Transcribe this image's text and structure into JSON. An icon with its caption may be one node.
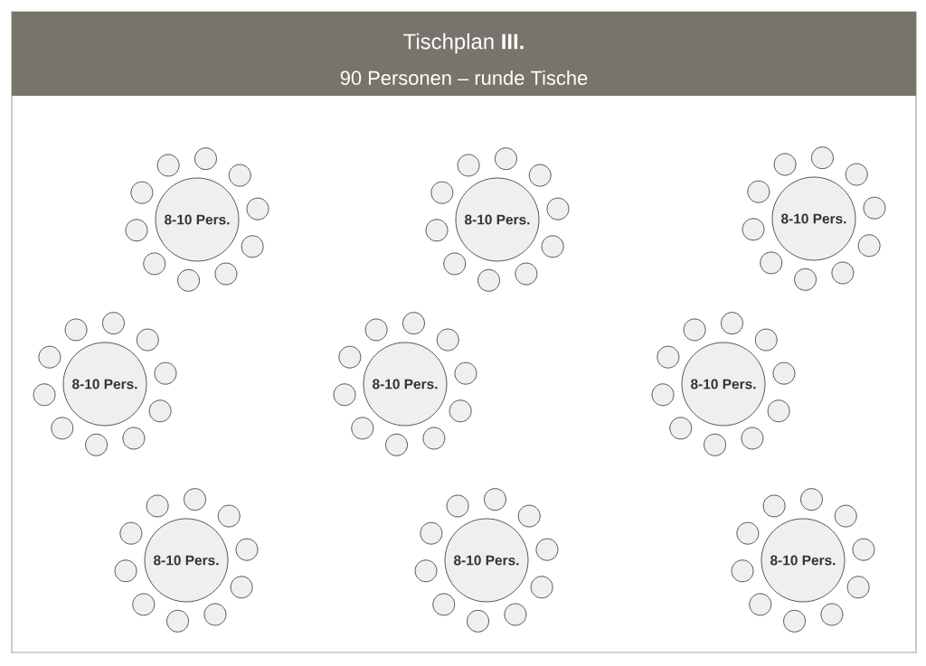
{
  "diagram": {
    "title": "Tischplan **III.**",
    "nodes": [
      {
        "text": [
          "8-10 Pers."
        ]
      },
      {
        "text": [
          "8-10 Pers."
        ]
      },
      {
        "text": [
          "8-10 Pers."
        ]
      },
      {
        "text": [
          "8-10 Pers."
        ]
      },
      {
        "text": [
          "8-10 Pers."
        ]
      },
      {
        "text": [
          "8-10 Pers."
        ]
      },
      {
        "text": [
          "8-10 Pers."
        ]
      },
      {
        "text": [
          "8-10 Pers."
        ]
      },
      {
        "text": [
          "8-10 Pers."
        ]
      },
      {
        "text": [],
        "shape": "circle"
      },
      {
        "text": [],
        "shape": "circle"
      },
      {
        "text": [],
        "shape": "circle"
      },
      {
        "text": [],
        "shape": "circle"
      },
      {
        "text": [],
        "shape": "circle"
      },
      {
        "text": [],
        "shape": "circle"
      },
      {
        "text": [],
        "shape": "circle"
      },
      {
        "text": [],
        "shape": "circle"
      },
      {
        "text": [],
        "shape": "circle"
      },
      {
        "text": [],
        "shape": "circle"
      },
      {
        "text": [],
        "shape": "circle"
      },
      {
        "text": [],
        "shape": "circle"
      },
      {
        "text": [],
        "shape": "circle"
      },
      {
        "text": [],
        "shape": "circle"
      },
      {
        "text": [],
        "shape": "circle"
      },
      {
        "text": [],
        "shape": "circle"
      },
      {
        "text": [],
        "shape": "circle"
      },
      {
        "text": [],
        "shape": "circle"
      },
      {
        "text": [],
        "shape": "circle"
      },
      {
        "text": [],
        "shape": "circle"
      },
      {
        "text": [],
        "shape": "circle"
      },
      {
        "text": [],
        "shape": "circle"
      },
      {
        "text": [],
        "shape": "circle"
      },
      {
        "text": [],
        "shape": "circle"
      },
      {
        "text": [],
        "shape": "circle"
      },
      {
        "text": [],
        "shape": "circle"
      },
      {
        "text": [],
        "shape": "circle"
      },
      {
        "text": [],
        "shape": "circle"
      },
      {
        "text": [],
        "shape": "circle"
      },
      {
        "text": [],
        "shape": "circle"
      },
      {
        "text": [],
        "shape": "circle"
      },
      {
        "text": [],
        "shape": "circle"
      },
      {
        "text": [],
        "shape": "circle"
      },
      {
        "text": [],
        "shape": "circle"
      },
      {
        "text": [],
        "shape": "circle"
      },
      {
        "text": [],
        "shape": "circle"
      },
      {
        "text": [],
        "shape": "circle"
      },
      {
        "text": [],
        "shape": "circle"
      },
      {
        "text": [],
        "shape": "circle"
      },
      {
        "text": [],
        "shape": "circle"
      },
      {
        "text": [],
        "shape": "circle"
      },
      {
        "text": [],
        "shape": "circle"
      },
      {
        "text": [],
        "shape": "circle"
      },
      {
        "text": [],
        "shape": "circle"
      },
      {
        "text": [],
        "shape": "circle"
      },
      {
        "text": [],
        "shape": "circle"
      },
      {
        "text": [],
        "shape": "circle"
      },
      {
        "text": [],
        "shape": "circle"
      },
      {
        "text": [],
        "shape": "circle"
      },
      {
        "text": [],
        "shape": "circle"
      },
      {
        "text": [],
        "shape": "circle"
      },
      {
        "text": [],
        "shape": "circle"
      },
      {
        "text": [],
        "shape": "circle"
      },
      {
        "text": [],
        "shape": "circle"
      },
      {
        "text": [],
        "shape": "circle"
      },
      {
        "text": [],
        "shape": "circle"
      },
      {
        "text": [],
        "shape": "circle"
      },
      {
        "text": [],
        "shape": "circle"
      },
      {
        "text": [],
        "shape": "circle"
      },
      {
        "text": [],
        "shape": "circle"
      },
      {
        "text": [],
        "shape": "circle"
      },
      {
        "text": [],
        "shape": "circle"
      },
      {
        "text": [],
        "shape": "circle"
      },
      {
        "text": [],
        "shape": "circle"
      },
      {
        "text": [],
        "shape": "circle"
      },
      {
        "text": [],
        "shape": "circle"
      },
      {
        "text": [],
        "shape": "circle"
      },
      {
        "text": [],
        "shape": "circle"
      },
      {
        "text": [],
        "shape": "circle"
      },
      {
        "text": [],
        "shape": "circle"
      },
      {
        "text": [],
        "shape": "circle"
      },
      {
        "text": [],
        "shape": "circle"
      },
      {
        "text": [],
        "shape": "circle"
      },
      {
        "text": [],
        "shape": "circle"
      },
      {
        "text": [],
        "shape": "circle"
      },
      {
        "text": [],
        "shape": "circle"
      },
      {
        "text": [],
        "shape": "circle"
      },
      {
        "text": [],
        "shape": "circle"
      },
      {
        "text": [],
        "shape": "circle"
      },
      {
        "text": [],
        "shape": "circle"
      },
      {
        "text": [],
        "shape": "circle"
      },
      {
        "text": [],
        "shape": "circle"
      },
      {
        "text": [],
        "shape": "circle"
      },
      {
        "text": [],
        "shape": "circle"
      },
      {
        "text": [],
        "shape": "circle"
      },
      {
        "text": [],
        "shape": "circle"
      },
      {
        "text": [],
        "shape": "circle"
      },
      {
        "text": [],
        "shape": "circle"
      },
      {
        "text": [],
        "shape": "circle"
      },
      {
        "text": [],
        "shape": "circle"
      }
    ],
    "labels": [
      "90 Personen – runde Tische"
    ]
  }
}
